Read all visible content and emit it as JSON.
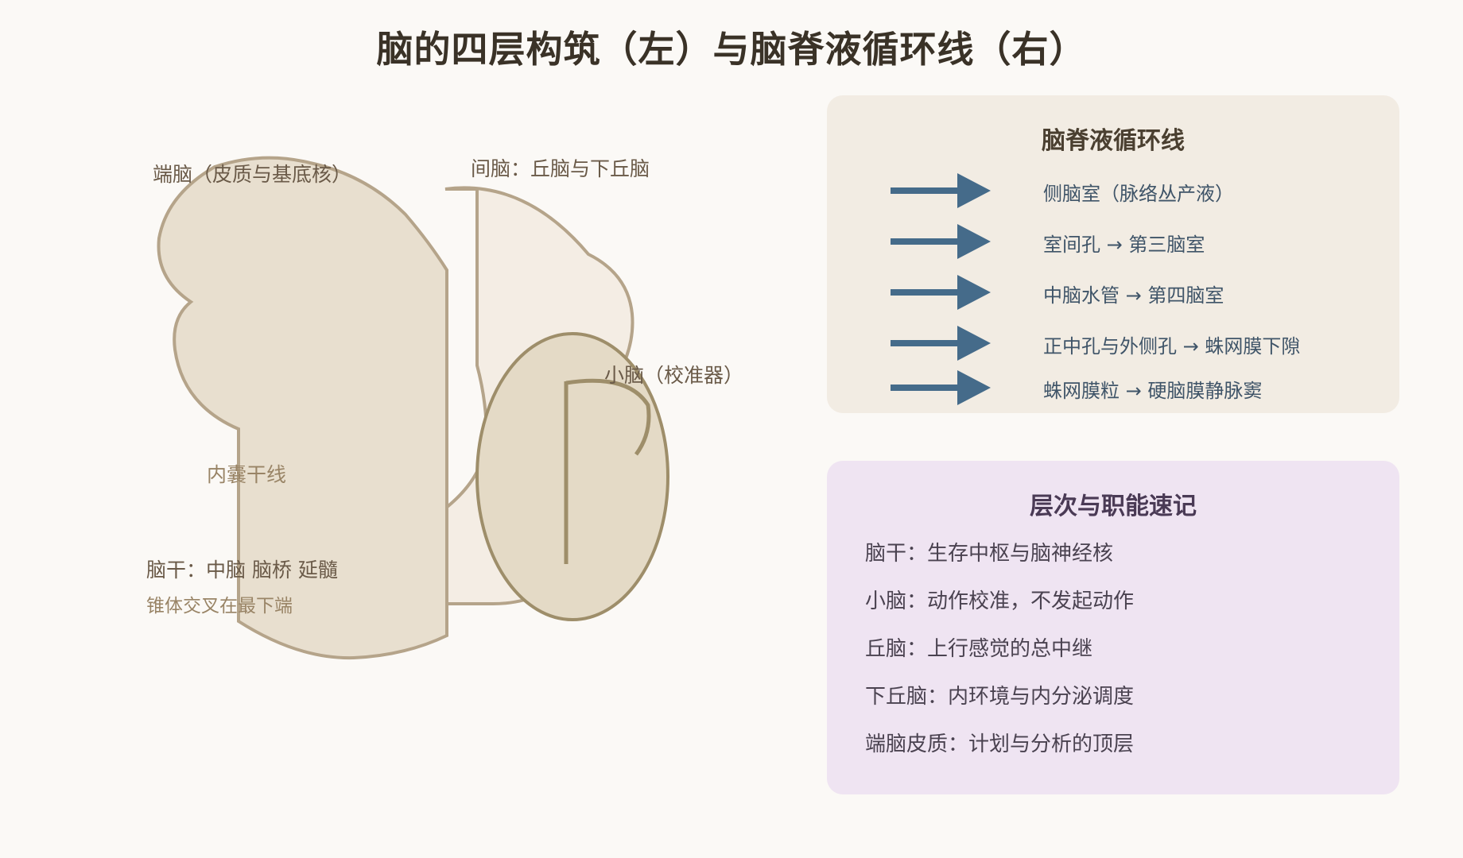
{
  "title": "脑的四层构筑（左）与脑脊液循环线（右）",
  "brain": {
    "labels": {
      "telencephalon": "端脑（皮质与基底核）",
      "diencephalon": "间脑：丘脑与下丘脑",
      "cerebellum": "小脑（校准器）",
      "internal_capsule": "内囊干线",
      "brainstem": "脑干：中脑 脑桥 延髓",
      "decussation": "锥体交叉在最下端"
    },
    "colors": {
      "telencephalon_fill": "#e8dfcf",
      "diencephalon_fill": "#f4ede4",
      "cerebellum_fill": "#e4dac6",
      "outline": "#b5a48a",
      "cerebellum_outline": "#9e8e6a"
    }
  },
  "csf_panel": {
    "title": "脑脊液循环线",
    "arrow_color": "#456b8a",
    "steps": [
      "侧脑室（脉络丛产液）",
      "室间孔 → 第三脑室",
      "中脑水管 → 第四脑室",
      "正中孔与外侧孔 → 蛛网膜下隙",
      "蛛网膜粒 → 硬脑膜静脉窦"
    ]
  },
  "function_panel": {
    "title": "层次与职能速记",
    "items": [
      "脑干：生存中枢与脑神经核",
      "小脑：动作校准，不发起动作",
      "丘脑：上行感觉的总中继",
      "下丘脑：内环境与内分泌调度",
      "端脑皮质：计划与分析的顶层"
    ]
  }
}
